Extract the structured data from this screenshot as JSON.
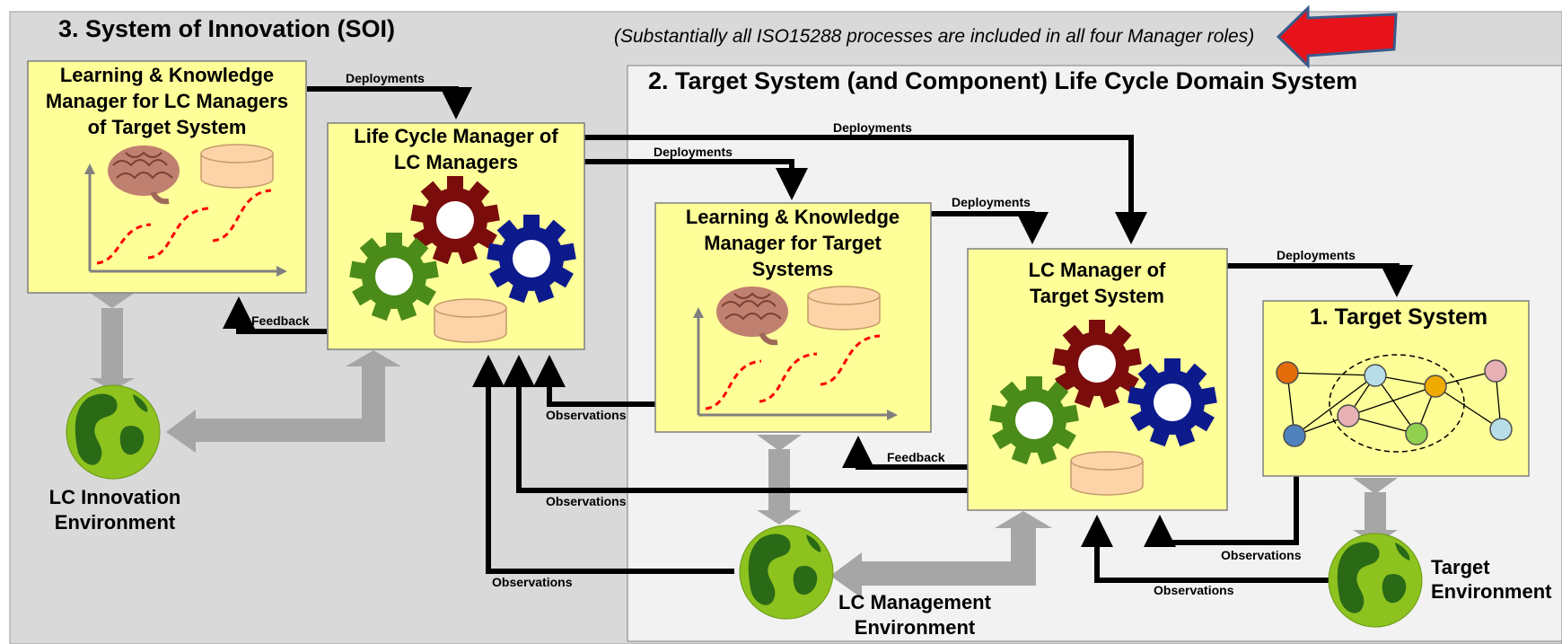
{
  "soi": {
    "title": "3.  System of Innovation (SOI)",
    "note": "(Substantially all ISO15288 processes are included in all four Manager roles)"
  },
  "domain": {
    "title": "2.  Target System (and Component)  Life Cycle Domain System"
  },
  "boxes": {
    "lk_lc": {
      "line1": "Learning & Knowledge",
      "line2": "Manager for LC Managers",
      "line3": "of Target System"
    },
    "lcm_lcm": {
      "line1": "Life Cycle Manager of",
      "line2": "LC Managers"
    },
    "lk_ts": {
      "line1": "Learning & Knowledge",
      "line2": "Manager for Target",
      "line3": "Systems"
    },
    "lcm_ts": {
      "line1": "LC Manager of",
      "line2": "Target System"
    },
    "ts": {
      "line1": "1. Target System"
    }
  },
  "labels": {
    "deployments": "Deployments",
    "feedback": "Feedback",
    "observations": "Observations"
  },
  "environments": {
    "innovation": {
      "line1": "LC Innovation",
      "line2": "Environment"
    },
    "management": {
      "line1": "LC Management",
      "line2": "Environment"
    },
    "target": {
      "line1": "Target",
      "line2": "Environment"
    }
  },
  "colors": {
    "box_fill": "#ffff99",
    "soi_bg": "#d9d9d9",
    "gear_green": "#4b8b1a",
    "gear_red": "#7a0c0c",
    "gear_blue": "#0c1a8c",
    "callout_arrow": "#e8121a",
    "database": "#fdd3a8"
  }
}
